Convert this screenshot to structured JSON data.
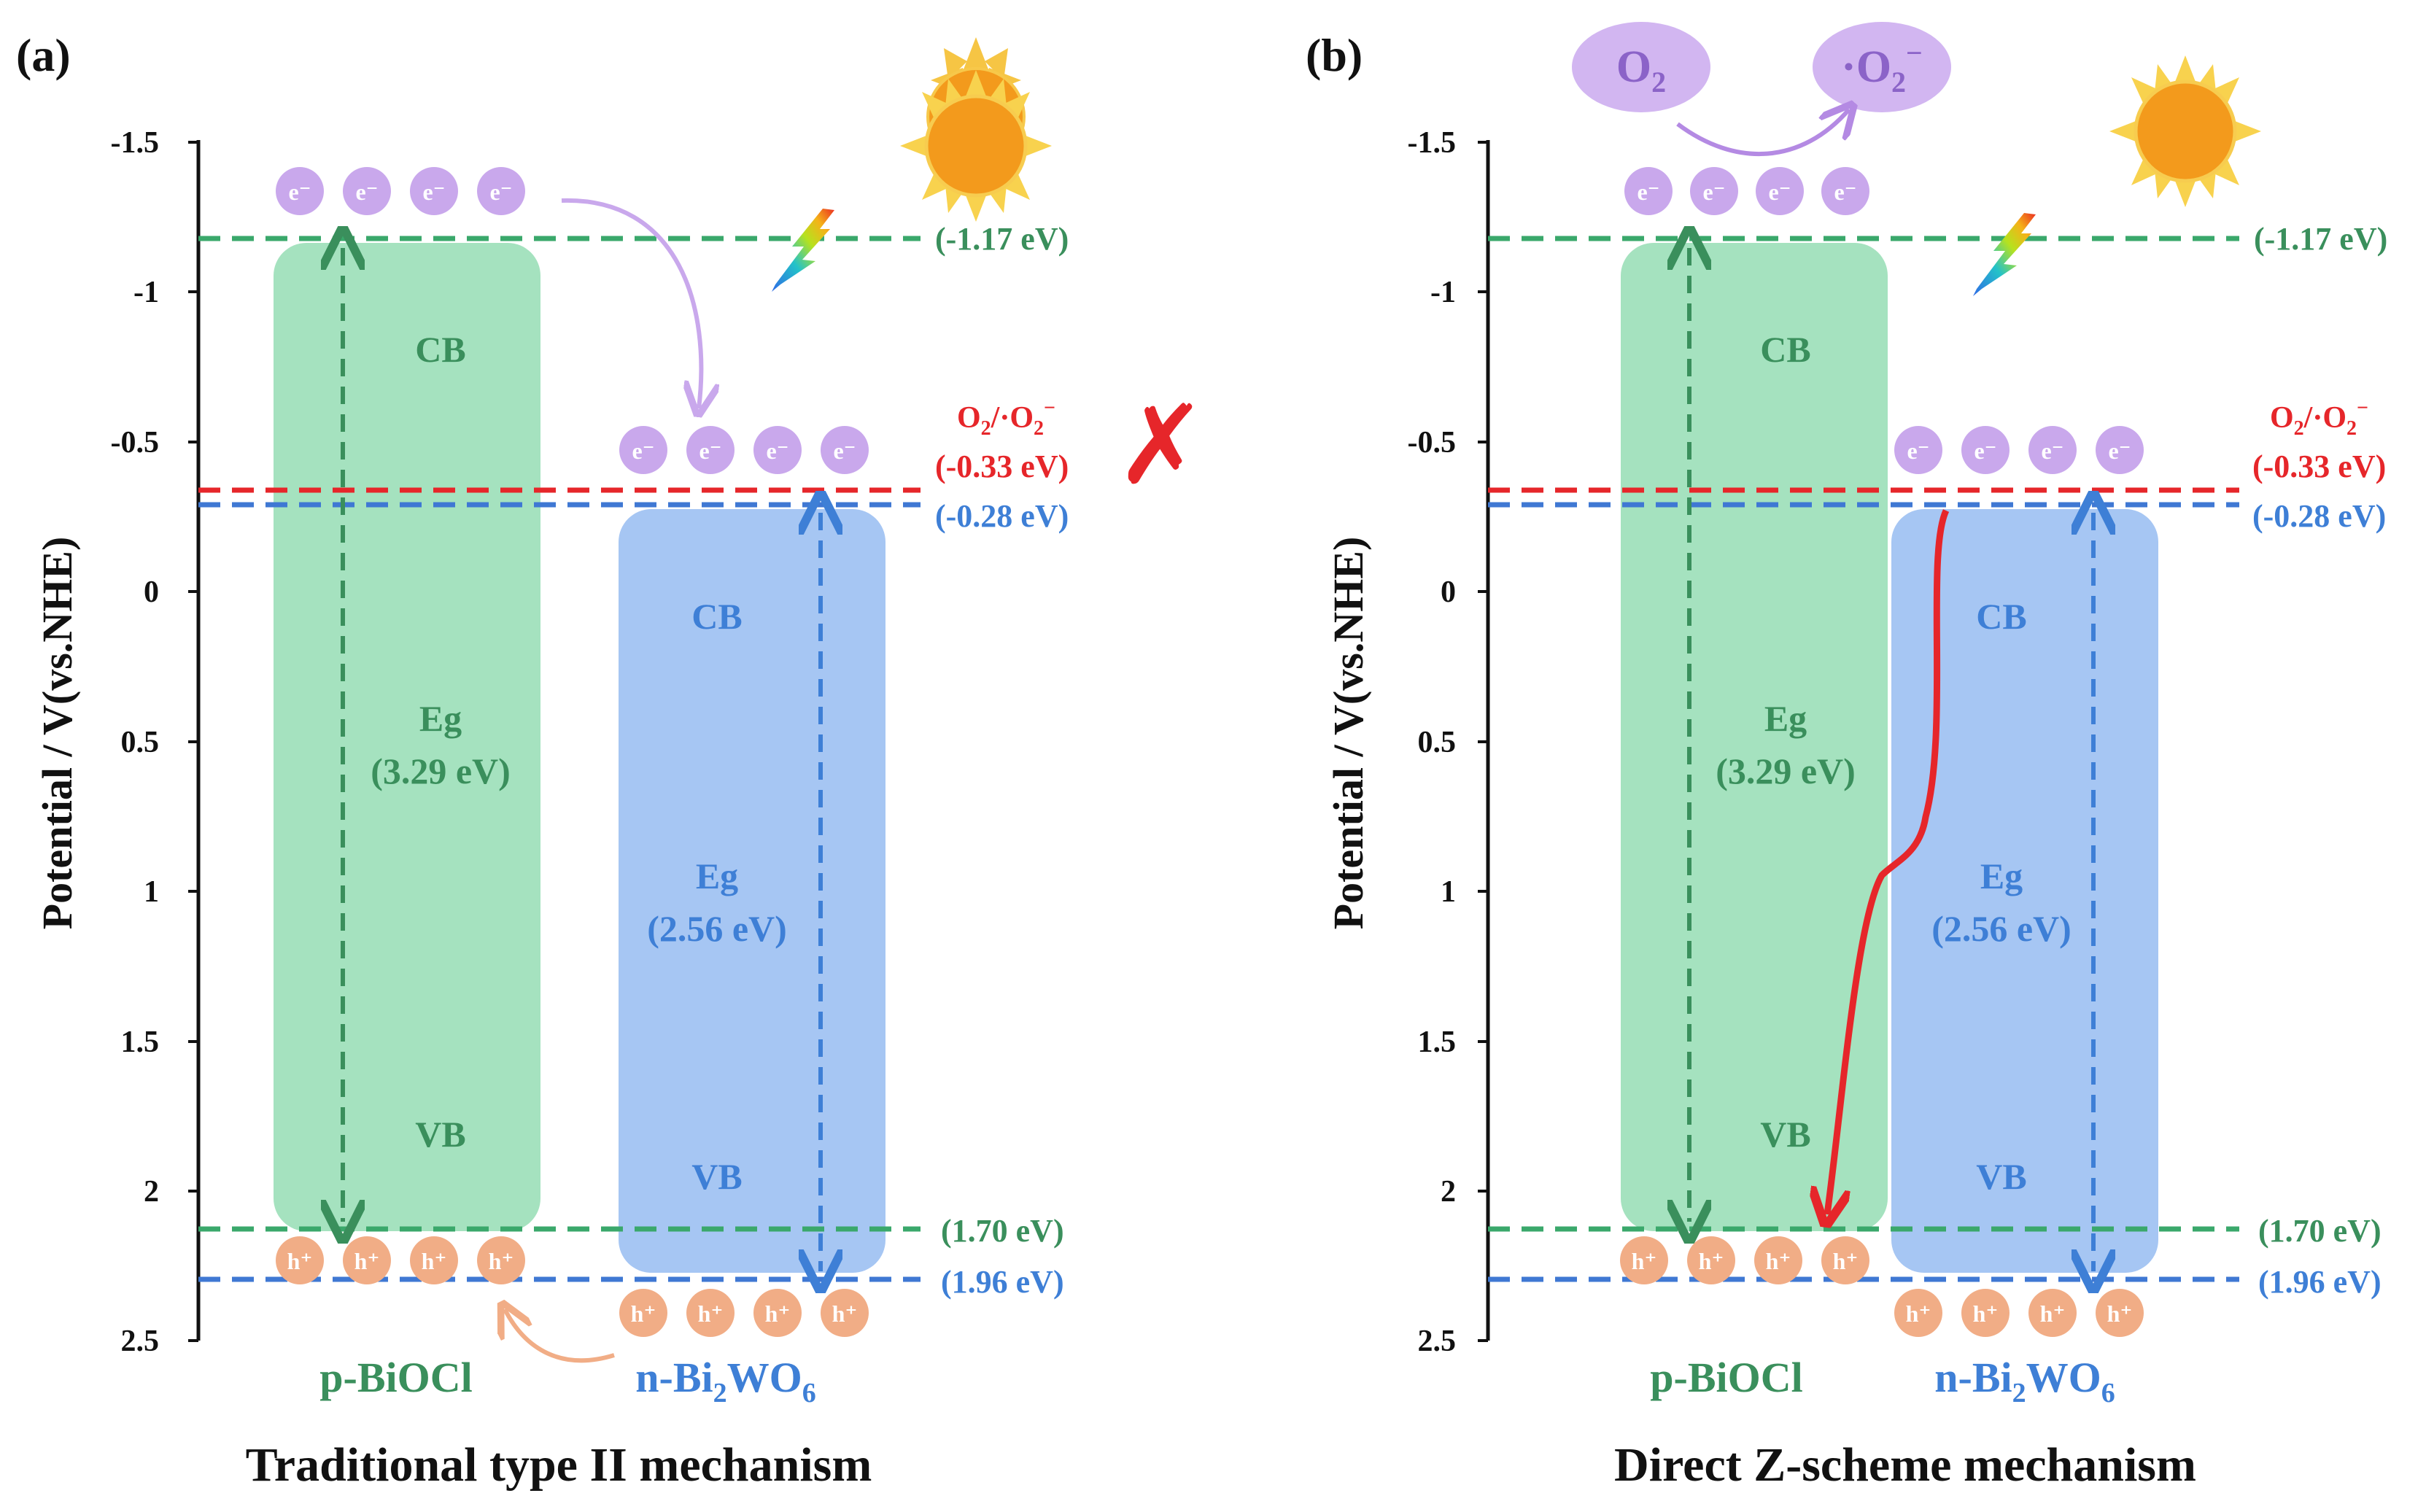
{
  "panels": [
    {
      "letter": "(a)",
      "title": "Traditional type II mechanism",
      "ylabel": "Potential / V(vs.NHE)",
      "ticks": [
        "-1.5",
        "-1",
        "-0.5",
        "0",
        "0.5",
        "1",
        "1.5",
        "2",
        "2.5"
      ],
      "bioc": {
        "label": "p-BiOCl",
        "cb": "CB",
        "vb": "VB",
        "eg_title": "Eg",
        "eg_value": "(3.29 eV)"
      },
      "bwo": {
        "label_prefix": "n-Bi",
        "sub1": "2",
        "label_mid": "WO",
        "sub2": "6",
        "cb": "CB",
        "vb": "VB",
        "eg_title": "Eg",
        "eg_value": "(2.56 eV)"
      },
      "levels": {
        "bioc_cb": "(-1.17 eV)",
        "o2_redox": "(-0.33 eV)",
        "bwo_cb": "(-0.28 eV)",
        "bioc_vb": "(1.70 eV)",
        "bwo_vb": "(1.96 eV)"
      },
      "o2_couple": "O₂/·O₂⁻",
      "blocked_mark": "✗",
      "electron": "e⁻",
      "hole": "h⁺"
    },
    {
      "letter": "(b)",
      "title": "Direct Z-scheme mechanism",
      "ylabel": "Potential / V(vs.NHE)",
      "ticks": [
        "-1.5",
        "-1",
        "-0.5",
        "0",
        "0.5",
        "1",
        "1.5",
        "2",
        "2.5"
      ],
      "bioc": {
        "label": "p-BiOCl",
        "cb": "CB",
        "vb": "VB",
        "eg_title": "Eg",
        "eg_value": "(3.29 eV)"
      },
      "bwo": {
        "label_prefix": "n-Bi",
        "sub1": "2",
        "label_mid": "WO",
        "sub2": "6",
        "cb": "CB",
        "vb": "VB",
        "eg_title": "Eg",
        "eg_value": "(2.56 eV)"
      },
      "levels": {
        "bioc_cb": "(-1.17 eV)",
        "o2_redox": "(-0.33 eV)",
        "bwo_cb": "(-0.28 eV)",
        "bioc_vb": "(1.70 eV)",
        "bwo_vb": "(1.96 eV)"
      },
      "o2_couple": "O₂/·O₂⁻",
      "reactant": "O₂",
      "product": "·O₂⁻",
      "electron": "e⁻",
      "hole": "h⁺"
    }
  ],
  "colors": {
    "green_band": "#a5e2bf",
    "green_text": "#3a8f5c",
    "green_line": "#3aa86b",
    "blue_band": "#a6c6f3",
    "blue_text": "#3e7fd6",
    "blue_line": "#3f78d3",
    "red": "#e6262a",
    "electron": "#c9a8ec",
    "hole": "#f1ad86",
    "sun": "#f39a1c"
  }
}
